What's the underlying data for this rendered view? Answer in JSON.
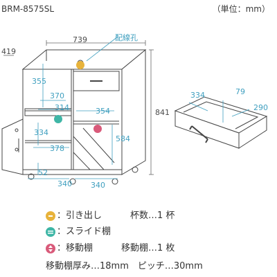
{
  "header": {
    "model": "BRM-8575SL",
    "unit": "（単位：mm）"
  },
  "labels": {
    "cable_hole": "配線孔"
  },
  "dimensions": {
    "depth": "419",
    "width": "739",
    "height": "841",
    "d355": "355",
    "d370": "370",
    "d314": "314",
    "d354": "354",
    "d334": "334",
    "d584": "584",
    "d378": "378",
    "d52": "52",
    "d340_left": "340",
    "d340_right": "340",
    "drawer_width": "334",
    "drawer_height": "79",
    "drawer_depth": "290"
  },
  "legend": {
    "drawer_label": "：引き出し",
    "drawer_count": "杯数…1 杯",
    "slide_label": "：スライド棚",
    "moving_label": "：移動棚",
    "moving_count": "移動棚…1 枚",
    "footnote": "移動棚厚み…18mm　ピッチ…30mm"
  },
  "colors": {
    "line": "#444444",
    "dim_blue": "#3f9fbf",
    "drawer_icon": "#e8b33b",
    "slide_icon": "#3fb6a6",
    "moving_icon": "#d95a7a"
  }
}
